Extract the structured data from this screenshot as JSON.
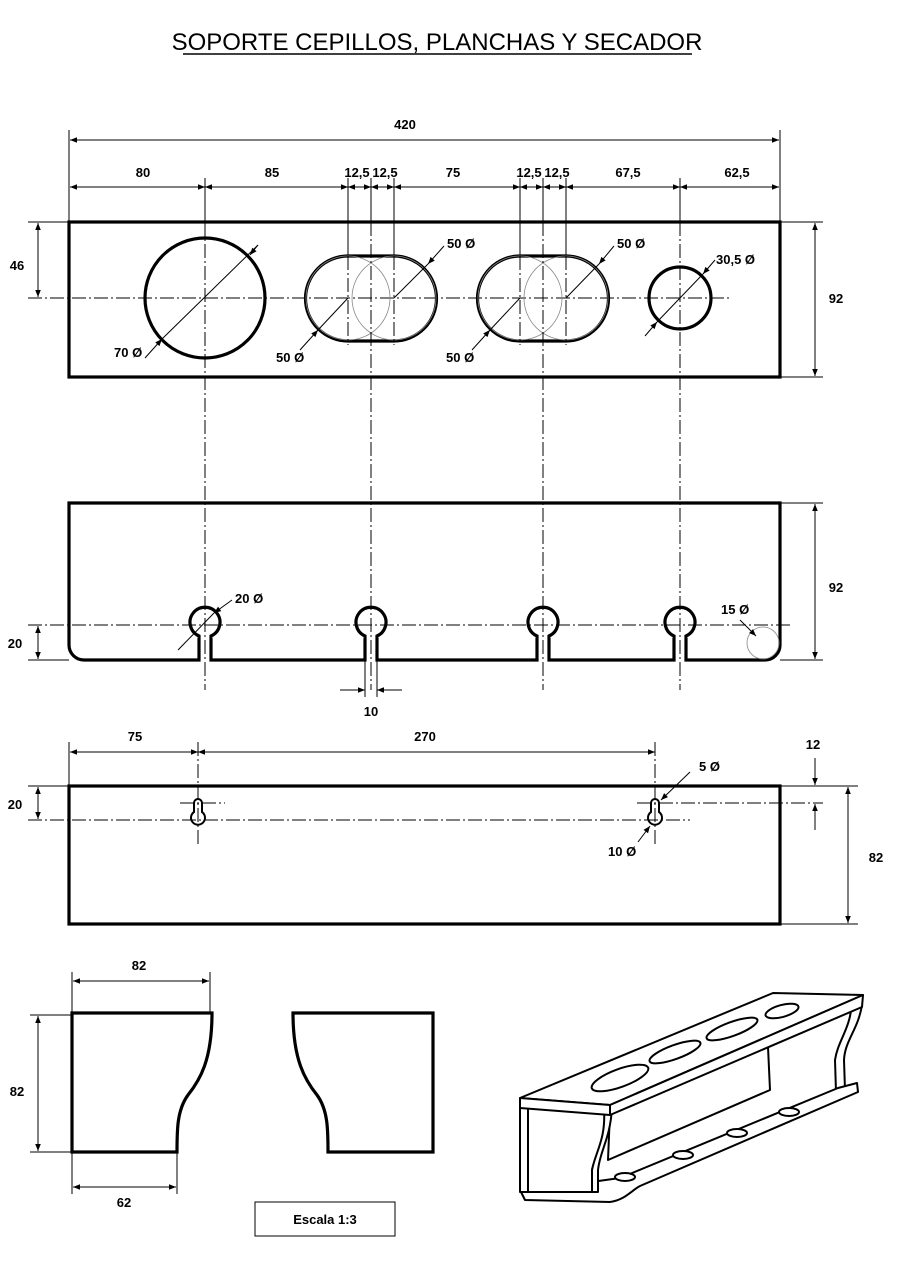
{
  "title": "SOPORTE CEPILLOS, PLANCHAS Y SECADOR",
  "top_view": {
    "overall": "420",
    "segments": [
      "80",
      "85",
      "12,5",
      "12,5",
      "75",
      "12,5",
      "12,5",
      "67,5",
      "62,5"
    ],
    "height_left": "46",
    "height_right": "92",
    "dia_big": "70 Ø",
    "dia_slot1_a": "50 Ø",
    "dia_slot1_b": "50 Ø",
    "dia_slot2_a": "50 Ø",
    "dia_slot2_b": "50 Ø",
    "dia_small": "30,5 Ø"
  },
  "front_view": {
    "height_right": "92",
    "height_left": "20",
    "dia_keyhole": "20 Ø",
    "dia_corner": "15 Ø",
    "slot_width": "10"
  },
  "back_view": {
    "left_offset": "75",
    "spacing": "270",
    "top_offset": "12",
    "height_right": "82",
    "height_left": "20",
    "dia_top": "5 Ø",
    "dia_bottom": "10 Ø"
  },
  "side_view": {
    "top_width": "82",
    "height": "82",
    "bottom_width": "62"
  },
  "scale_label": "Escala 1:3"
}
